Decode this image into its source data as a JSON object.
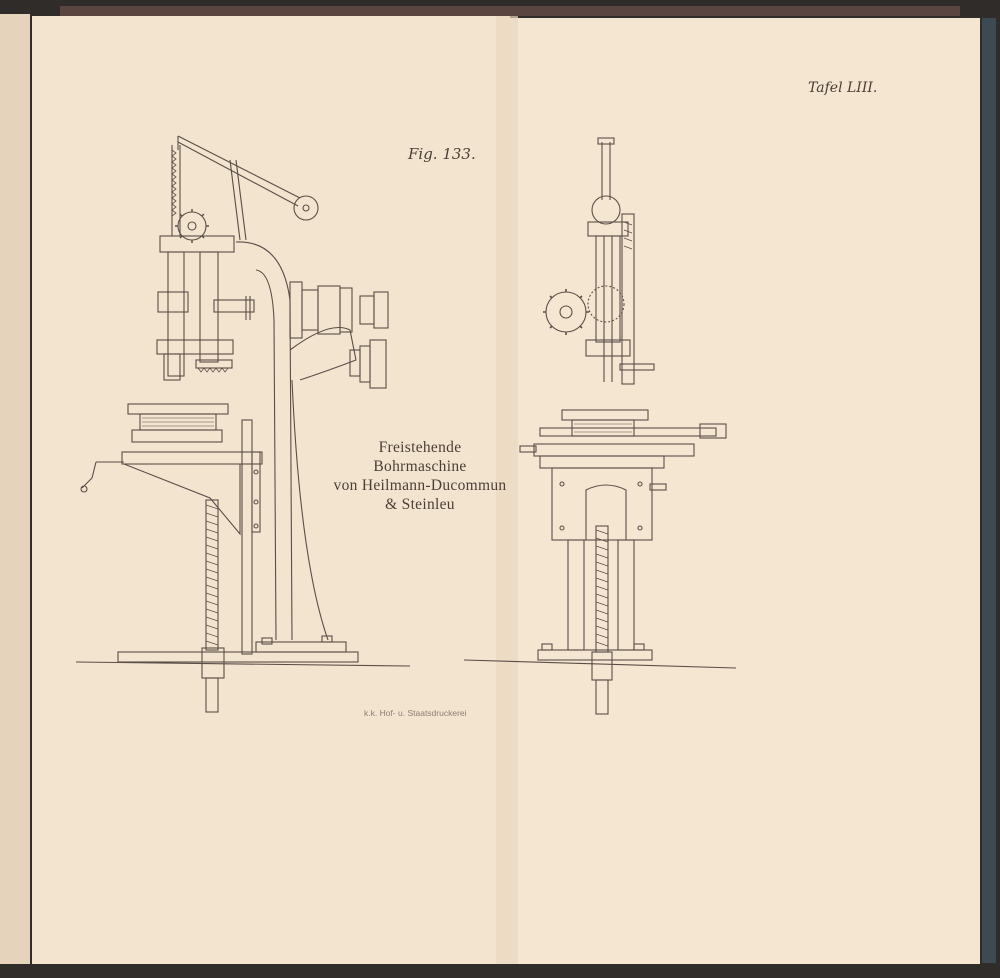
{
  "plate": {
    "figure_label": "Fig. 133.",
    "plate_label": "Tafel LIII.",
    "title_lines": [
      "Freistehende",
      "Bohrmaschine",
      "von Heilmann-Ducommun",
      "& Steinleu"
    ],
    "printer_credit": "k.k. Hof- u. Staatsdruckerei"
  },
  "colors": {
    "paper_left": "#f3e4cf",
    "paper_right": "#f5e6d2",
    "ink": "#5a4e48",
    "backdrop": "#2f2c2a"
  }
}
